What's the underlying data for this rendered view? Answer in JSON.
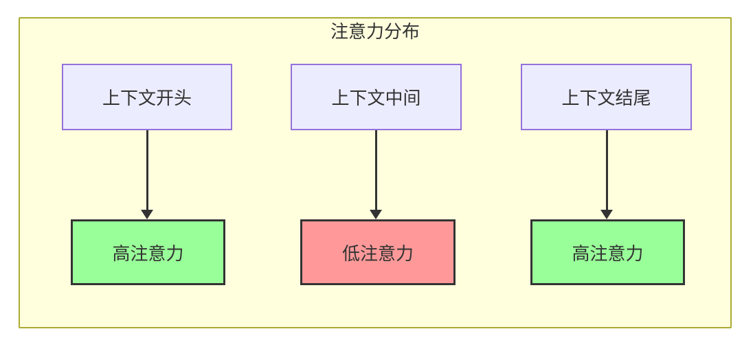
{
  "diagram": {
    "title": "注意力分布",
    "top_nodes": [
      {
        "label": "上下文开头"
      },
      {
        "label": "上下文中间"
      },
      {
        "label": "上下文结尾"
      }
    ],
    "bottom_nodes": [
      {
        "label": "高注意力",
        "level": "high"
      },
      {
        "label": "低注意力",
        "level": "low"
      },
      {
        "label": "高注意力",
        "level": "high"
      }
    ],
    "edges": [
      {
        "from": "上下文开头",
        "to": "高注意力"
      },
      {
        "from": "上下文中间",
        "to": "低注意力"
      },
      {
        "from": "上下文结尾",
        "to": "高注意力"
      }
    ],
    "colors": {
      "container_fill": "#FFFFDE",
      "container_border": "#AAAA33",
      "node_fill": "#ECECFF",
      "node_border": "#9370DB",
      "high_fill": "#99FF99",
      "low_fill": "#FF9999",
      "result_border": "#333333",
      "arrow": "#333333",
      "text": "#333333"
    }
  }
}
